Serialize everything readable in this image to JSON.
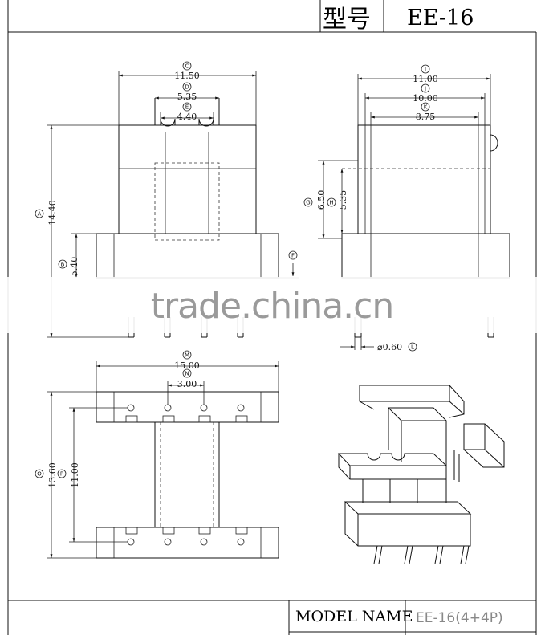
{
  "header": {
    "label": "型号",
    "model": "EE-16"
  },
  "footer": {
    "label": "MODEL NAME",
    "value": "EE-16(4+4P)"
  },
  "watermark": "trade.china.cn",
  "dimensions": {
    "A": {
      "letter": "A",
      "value": "14.40"
    },
    "B": {
      "letter": "B",
      "value": "5.40"
    },
    "C": {
      "letter": "C",
      "value": "11.50"
    },
    "D": {
      "letter": "D",
      "value": "5.35"
    },
    "E": {
      "letter": "E",
      "value": "4.40"
    },
    "F": {
      "letter": "F"
    },
    "G": {
      "letter": "G",
      "value": "6.50"
    },
    "H": {
      "letter": "H",
      "value": "5.35"
    },
    "I": {
      "letter": "I",
      "value": "11.00"
    },
    "J": {
      "letter": "J",
      "value": "10.00"
    },
    "K": {
      "letter": "K",
      "value": "8.75"
    },
    "L": {
      "letter": "L",
      "value": "⌀0.60"
    },
    "M": {
      "letter": "M",
      "value": "15.00"
    },
    "N": {
      "letter": "N",
      "value": "3.00"
    },
    "O": {
      "letter": "O",
      "value": "13.60"
    },
    "P": {
      "letter": "P",
      "value": "11.00"
    }
  }
}
